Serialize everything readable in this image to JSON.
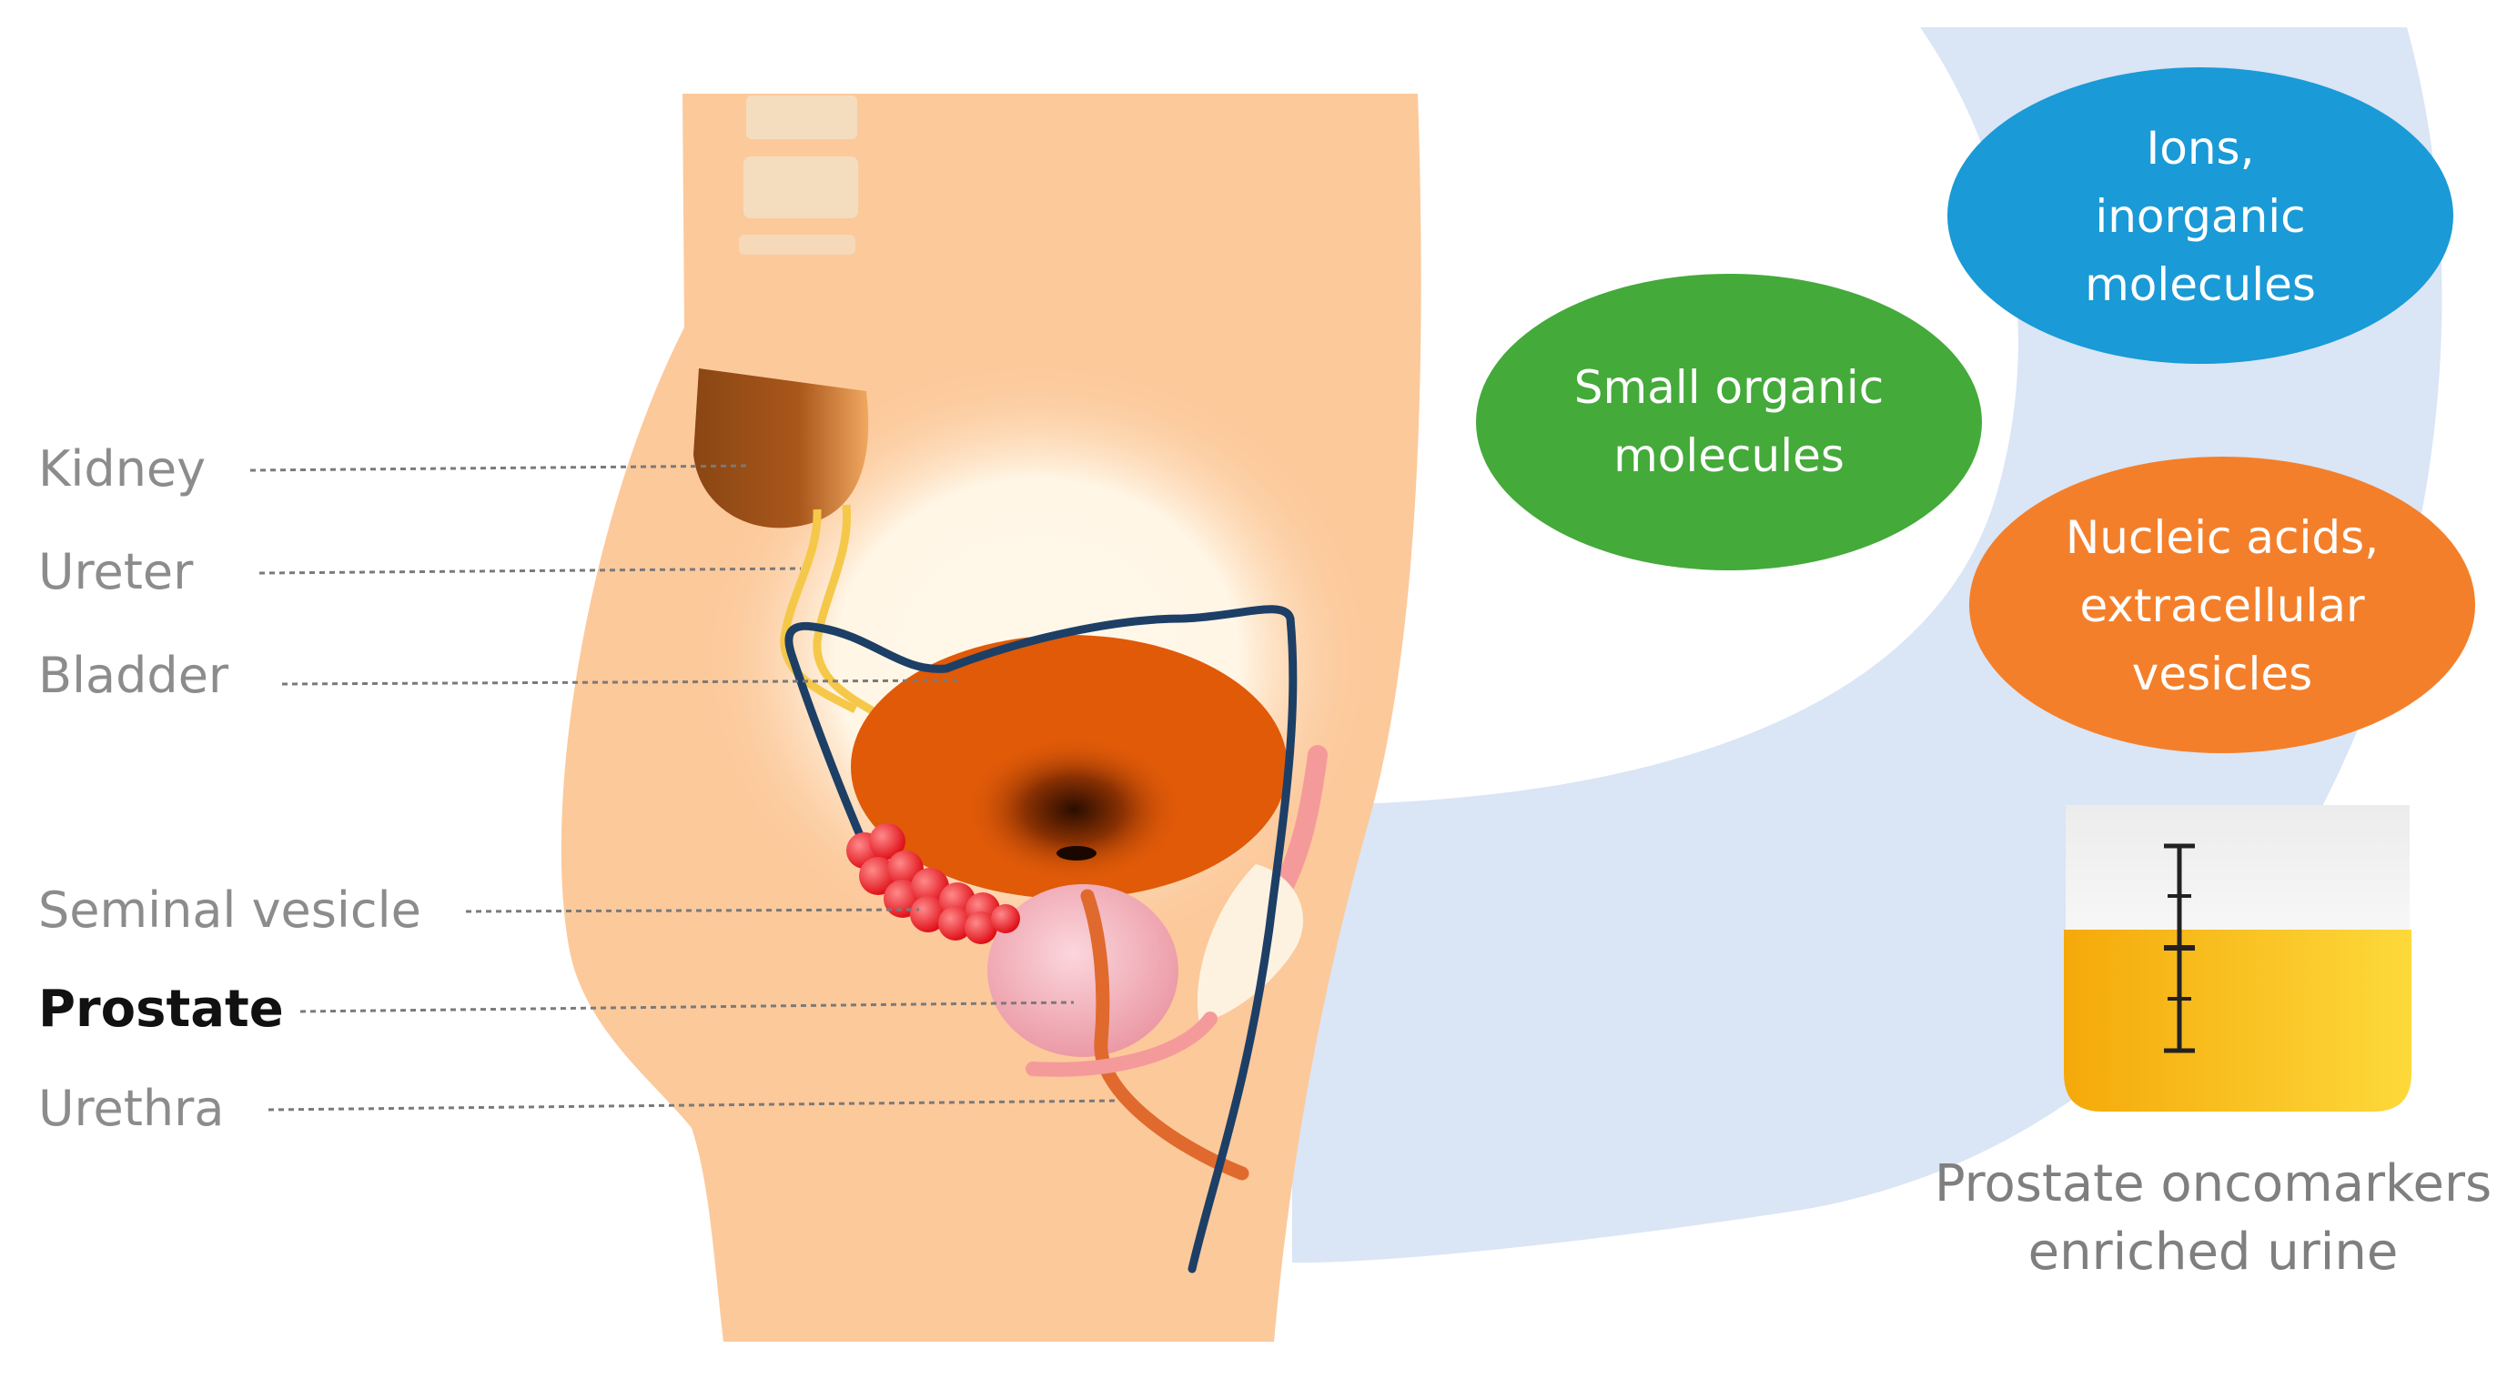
{
  "labels": {
    "kidney": "Kidney",
    "ureter": "Ureter",
    "bladder": "Bladder",
    "seminal_vesicle": "Seminal vesicle",
    "prostate": "Prostate",
    "urethra": "Urethra"
  },
  "bubbles": {
    "ions": {
      "line1": "Ions,",
      "line2": "inorganic",
      "line3": "molecules",
      "color": "#1a9ad6"
    },
    "small_organic": {
      "line1": "Small organic",
      "line2": "molecules",
      "color": "#44aa3a"
    },
    "nucleic": {
      "line1": "Nucleic acids,",
      "line2": "extracellular",
      "line3": "vesicles",
      "color": "#f47f2a"
    }
  },
  "caption": {
    "line1": "Prostate oncomarkers",
    "line2": "enriched urine"
  },
  "colors": {
    "body": "#fcc99b",
    "arc": "#dae5f5",
    "bladder": "#e05a08",
    "vas": "#1d3f66",
    "urine": "#f5b90c",
    "prostate": "#f6b8c0",
    "seminal": "#ee1c24"
  }
}
